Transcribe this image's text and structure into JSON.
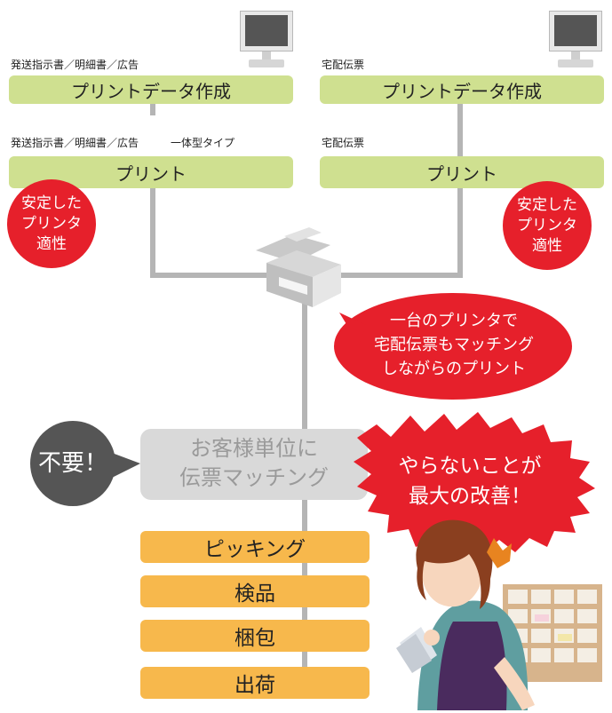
{
  "left_column": {
    "label_top": "発送指示書／明細書／広告",
    "bar_top": "プリントデータ作成",
    "label_bottom": "発送指示書／明細書／広告",
    "label_bottom_type": "一体型タイプ",
    "bar_bottom": "プリント",
    "badge": "安定した\nプリンタ\n適性"
  },
  "right_column": {
    "label_top": "宅配伝票",
    "bar_top": "プリントデータ作成",
    "label_bottom": "宅配伝票",
    "bar_bottom": "プリント",
    "badge": "安定した\nプリンタ\n適性"
  },
  "printer_callout": "一台のプリンタで\n宅配伝票もマッチング\nしながらのプリント",
  "unneeded_badge": "不要！",
  "matching_step": "お客様単位に\n伝票マッチング",
  "burst_callout": "やらないことが\n最大の改善！",
  "steps": [
    "ピッキング",
    "検品",
    "梱包",
    "出荷"
  ],
  "colors": {
    "green_bar": "#cfe090",
    "orange_bar": "#f7b84c",
    "red_accent": "#e6202b",
    "gray_step": "#d9d9d9",
    "dark_badge": "#555555",
    "connector": "#b5b5b5"
  }
}
